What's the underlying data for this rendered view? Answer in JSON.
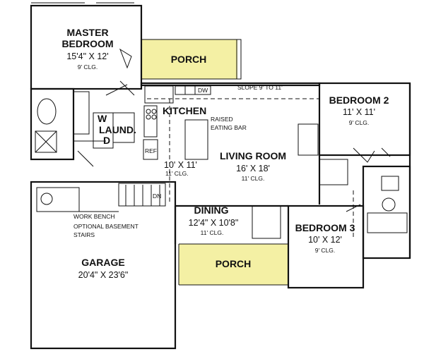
{
  "rooms": {
    "master_bedroom": {
      "name_line1": "MASTER",
      "name_line2": "BEDROOM",
      "dims": "15'4\" X 12'",
      "ceiling": "9' CLG."
    },
    "porch_top": {
      "name": "PORCH"
    },
    "kitchen": {
      "name": "KITCHEN",
      "dims": "10' X 11'",
      "ceiling": "11' CLG."
    },
    "raised_bar": {
      "line1": "RAISED",
      "line2": "EATING BAR"
    },
    "laundry": {
      "w": "W",
      "name": "LAUND.",
      "d": "D"
    },
    "bedroom2": {
      "name": "BEDROOM 2",
      "dims": "11' X 11'",
      "ceiling": "9' CLG."
    },
    "living_room": {
      "name": "LIVING ROOM",
      "dims": "16' X 18'",
      "ceiling": "11' CLG."
    },
    "dining": {
      "name": "DINING",
      "dims": "12'4\" X 10'8\"",
      "ceiling": "11' CLG."
    },
    "bedroom3": {
      "name": "BEDROOM 3",
      "dims": "10' X 12'",
      "ceiling": "9' CLG."
    },
    "garage": {
      "name": "GARAGE",
      "dims": "20'4\" X 23'6\""
    },
    "porch_bottom": {
      "name": "PORCH"
    }
  },
  "annotations": {
    "slope": "SLOPE 9' TO 11'",
    "dw": "DW",
    "ref": "REF",
    "dn": "DN",
    "work_bench": "WORK BENCH",
    "basement_stairs_line1": "OPTIONAL BASEMENT",
    "basement_stairs_line2": "STAIRS"
  },
  "colors": {
    "porch_fill": "#f4f0a4",
    "wall": "#111111",
    "background": "#ffffff"
  }
}
